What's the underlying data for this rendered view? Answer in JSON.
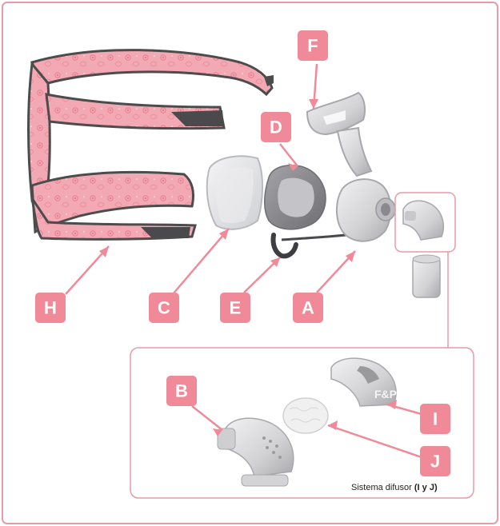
{
  "colors": {
    "accent": "#f08a98",
    "frame": "#e99aa6",
    "strap_fill": "#f3a9b4",
    "strap_edge": "#555555",
    "part_light": "#e2e2e4",
    "part_mid": "#c9c9cc",
    "part_dark": "#8f8f94",
    "label_text": "#ffffff"
  },
  "parts": {
    "A": {
      "label": "A",
      "icon": "mask-frame-icon"
    },
    "B": {
      "label": "B",
      "icon": "elbow-icon"
    },
    "C": {
      "label": "C",
      "icon": "cushion-clip-icon"
    },
    "D": {
      "label": "D",
      "icon": "cushion-icon"
    },
    "E": {
      "label": "E",
      "icon": "elbow-clip-icon"
    },
    "F": {
      "label": "F",
      "icon": "forehead-support-icon"
    },
    "H": {
      "label": "H",
      "icon": "headgear-icon"
    },
    "I": {
      "label": "I",
      "icon": "diffuser-cap-icon"
    },
    "J": {
      "label": "J",
      "icon": "diffuser-filter-icon"
    }
  },
  "emboss_text": "F&P",
  "caption": {
    "text": "Sistema difusor ",
    "bold": "(I y J)"
  }
}
